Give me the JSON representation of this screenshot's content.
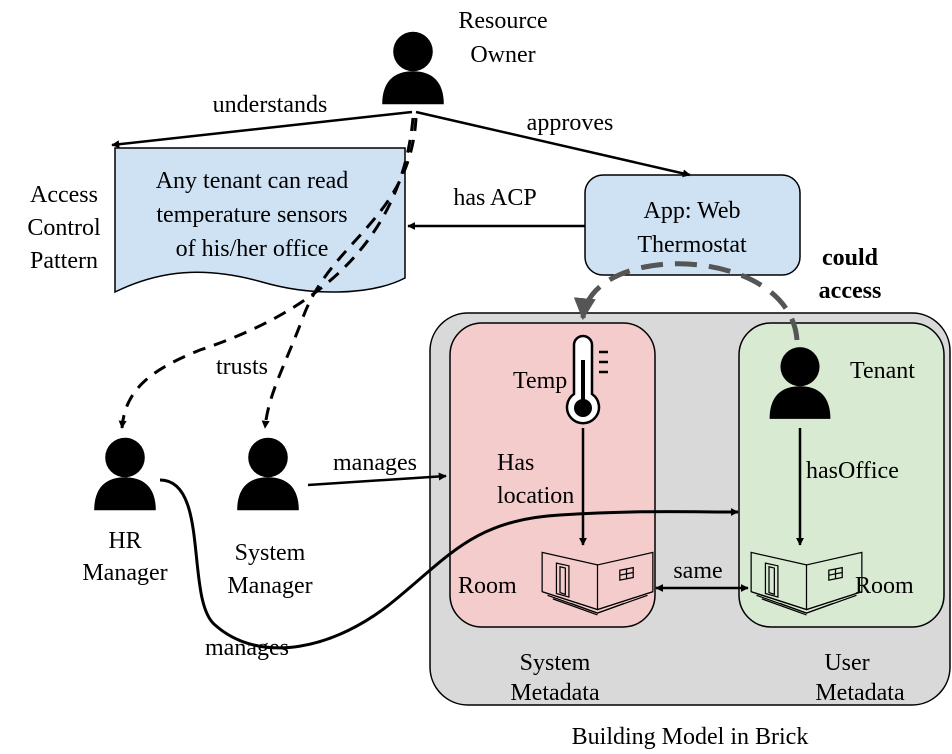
{
  "actors": {
    "resource_owner": [
      "Resource",
      "Owner"
    ],
    "hr_manager": [
      "HR",
      "Manager"
    ],
    "system_manager": [
      "System",
      "Manager"
    ],
    "tenant": "Tenant"
  },
  "acp_doc": {
    "side_label": [
      "Access",
      "Control",
      "Pattern"
    ],
    "text": [
      "Any tenant can read",
      "temperature sensors",
      "of his/her office"
    ]
  },
  "app_box": {
    "text": [
      "App: Web",
      "Thermostat"
    ]
  },
  "edges": {
    "understands": "understands",
    "approves": "approves",
    "has_acp": "has ACP",
    "trusts": "trusts",
    "manages_system": "manages",
    "manages_hr": "manages",
    "could_access": [
      "could",
      "access"
    ],
    "has_location": [
      "Has",
      "location"
    ],
    "has_office": "hasOffice",
    "same": "same"
  },
  "system_panel": {
    "sensor": "Temp",
    "room": "Room",
    "caption": [
      "System",
      "Metadata"
    ]
  },
  "user_panel": {
    "room": "Room",
    "caption": [
      "User",
      "Metadata"
    ]
  },
  "building_caption": "Building Model in Brick",
  "colors": {
    "acp_fill": "#cfe2f3",
    "system_fill": "#f4cccc",
    "user_fill": "#d9ead3",
    "building_fill": "#d9d9d9",
    "dashed_arrow": "#555555"
  }
}
